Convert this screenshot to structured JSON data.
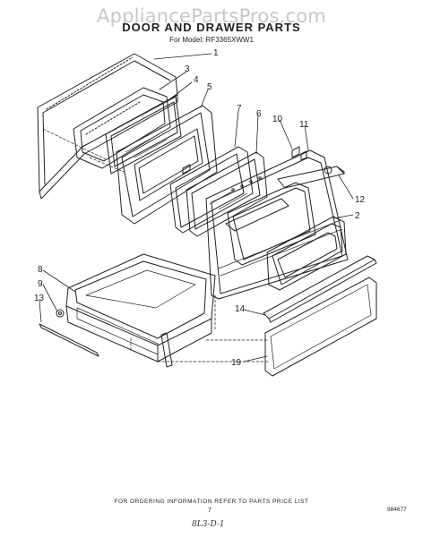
{
  "watermark": "AppliancePartsPros.com",
  "title": "DOOR AND DRAWER PARTS",
  "model_line": "For Model: RF3365XWW1",
  "footer": "FOR ORDERING INFORMATION REFER TO PARTS PRICE LIST",
  "page_number": "7",
  "diagram_code": "984677",
  "handwritten_note": "8L3-D-1",
  "callouts": [
    {
      "id": "c1",
      "text": "1"
    },
    {
      "id": "c3",
      "text": "3"
    },
    {
      "id": "c4",
      "text": "4"
    },
    {
      "id": "c5",
      "text": "5"
    },
    {
      "id": "c7",
      "text": "7"
    },
    {
      "id": "c6",
      "text": "6"
    },
    {
      "id": "c10",
      "text": "10"
    },
    {
      "id": "c11",
      "text": "11"
    },
    {
      "id": "c12",
      "text": "12"
    },
    {
      "id": "c2",
      "text": "2"
    },
    {
      "id": "c8",
      "text": "8"
    },
    {
      "id": "c9",
      "text": "9"
    },
    {
      "id": "c13",
      "text": "13"
    },
    {
      "id": "c14",
      "text": "14"
    },
    {
      "id": "c19",
      "text": "19"
    }
  ]
}
